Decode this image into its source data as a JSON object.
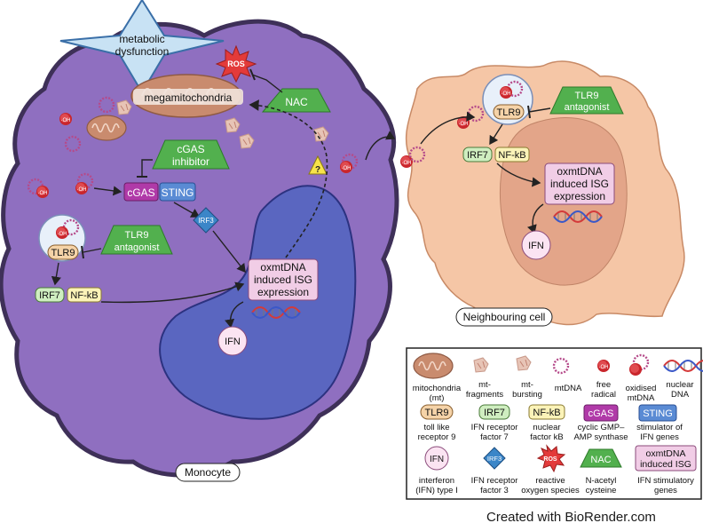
{
  "monocyte": {
    "label": "Monocyte",
    "metabolic": [
      "metabolic",
      "dysfunction"
    ],
    "ros": "ROS",
    "mega": "megamitochondria",
    "nac": "NAC",
    "question": "?",
    "cgas_inhibitor": [
      "cGAS",
      "inhibitor"
    ],
    "cgas": "cGAS",
    "sting": "STING",
    "irf3": "IRF3",
    "tlr9": "TLR9",
    "tlr9_antagonist": [
      "TLR9",
      "antagonist"
    ],
    "irf7": "IRF7",
    "nfkb": "NF-kB",
    "isg": [
      "oxmtDNA",
      "induced ISG",
      "expression"
    ],
    "ifn": "IFN",
    "oh": "·OH"
  },
  "neighbour": {
    "label": "Neighbouring cell",
    "tlr9": "TLR9",
    "tlr9_antagonist": [
      "TLR9",
      "antagonist"
    ],
    "irf7": "IRF7",
    "nfkb": "NF-kB",
    "isg": [
      "oxmtDNA",
      "induced ISG",
      "expression"
    ],
    "ifn": "IFN",
    "oh": "·OH"
  },
  "legend": {
    "row1": [
      {
        "icon": "mitochondria-icon",
        "text": [
          "mitochondria",
          "(mt)"
        ]
      },
      {
        "icon": "mt-fragments-icon",
        "text": [
          "mt-",
          "fragments"
        ]
      },
      {
        "icon": "mt-bursting-icon",
        "text": [
          "mt-",
          "bursting"
        ]
      },
      {
        "icon": "mtdna-icon",
        "text": [
          "mtDNA"
        ]
      },
      {
        "icon": "free-radical-icon",
        "text": [
          "free",
          "radical"
        ]
      },
      {
        "icon": "oxidised-mtdna-icon",
        "text": [
          "oxidised",
          "mtDNA"
        ]
      },
      {
        "icon": "nuclear-dna-icon",
        "text": [
          "nuclear",
          "DNA"
        ]
      }
    ],
    "row2": [
      {
        "badge": "TLR9",
        "text": [
          "toll like",
          "receptor 9"
        ]
      },
      {
        "badge": "IRF7",
        "text": [
          "IFN receptor",
          "factor 7"
        ]
      },
      {
        "badge": "NF-kB",
        "text": [
          "nuclear",
          "factor kB"
        ]
      },
      {
        "badge": "cGAS",
        "text": [
          "cyclic GMP–",
          "AMP synthase"
        ]
      },
      {
        "badge": "STING",
        "text": [
          "stimulator of",
          "IFN genes"
        ]
      }
    ],
    "row3": [
      {
        "badge": "IFN",
        "text": [
          "interferon",
          "(IFN) type I"
        ]
      },
      {
        "badge": "IRF3",
        "text": [
          "IFN receptor",
          "factor 3"
        ]
      },
      {
        "badge": "ROS",
        "text": [
          "reactive",
          "oxygen species"
        ]
      },
      {
        "badge": "NAC",
        "text": [
          "N-acetyl",
          "cysteine"
        ]
      },
      {
        "badge": [
          "oxmtDNA",
          "induced ISG"
        ],
        "text": [
          "IFN stimulatory",
          "genes"
        ]
      }
    ],
    "oh": "·OH"
  },
  "credit": "Created with BioRender.com",
  "colors": {
    "monocyte_fill": "#8f6fc0",
    "nucleus_fill": "#5a66c0",
    "neighbour_fill": "#f5c6a6",
    "neighbour_nucleus": "#e3a589",
    "tlr9": "#f5d3a8",
    "irf7": "#cfeec0",
    "nfkb": "#fbf3b8",
    "cgas": "#b03aa8",
    "sting": "#5a8bd4",
    "irf3": "#3b86c8",
    "antagonist": "#52b04e",
    "isg_fill": "#f1cde6",
    "ros": "#e33a3a"
  }
}
